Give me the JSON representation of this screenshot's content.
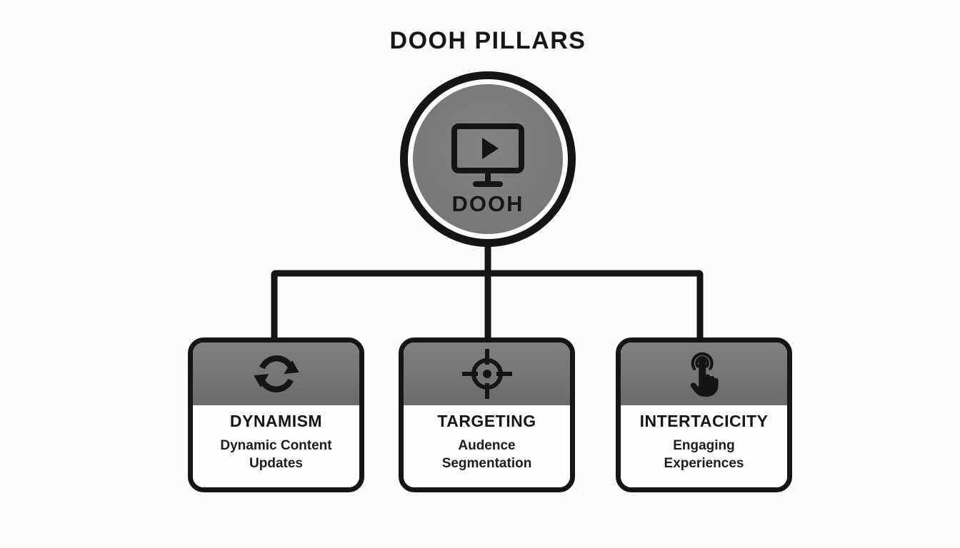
{
  "title": "DOOH PILLARS",
  "root": {
    "label": "DOOH",
    "icon": "monitor-play-icon"
  },
  "pillars": [
    {
      "icon": "refresh-cycle-icon",
      "title": "DYNAMISM",
      "description": "Dynamic Content\nUpdates"
    },
    {
      "icon": "target-crosshair-icon",
      "title": "TARGETING",
      "description": "Audence\nSegmentation"
    },
    {
      "icon": "touch-tap-icon",
      "title": "INTERTACICITY",
      "description": "Engaging\nExperiences"
    }
  ],
  "colors": {
    "line_black": "#151515",
    "node_gray": "#7b7b7b",
    "header_gray": "#757575",
    "background": "#fbfcfc"
  }
}
